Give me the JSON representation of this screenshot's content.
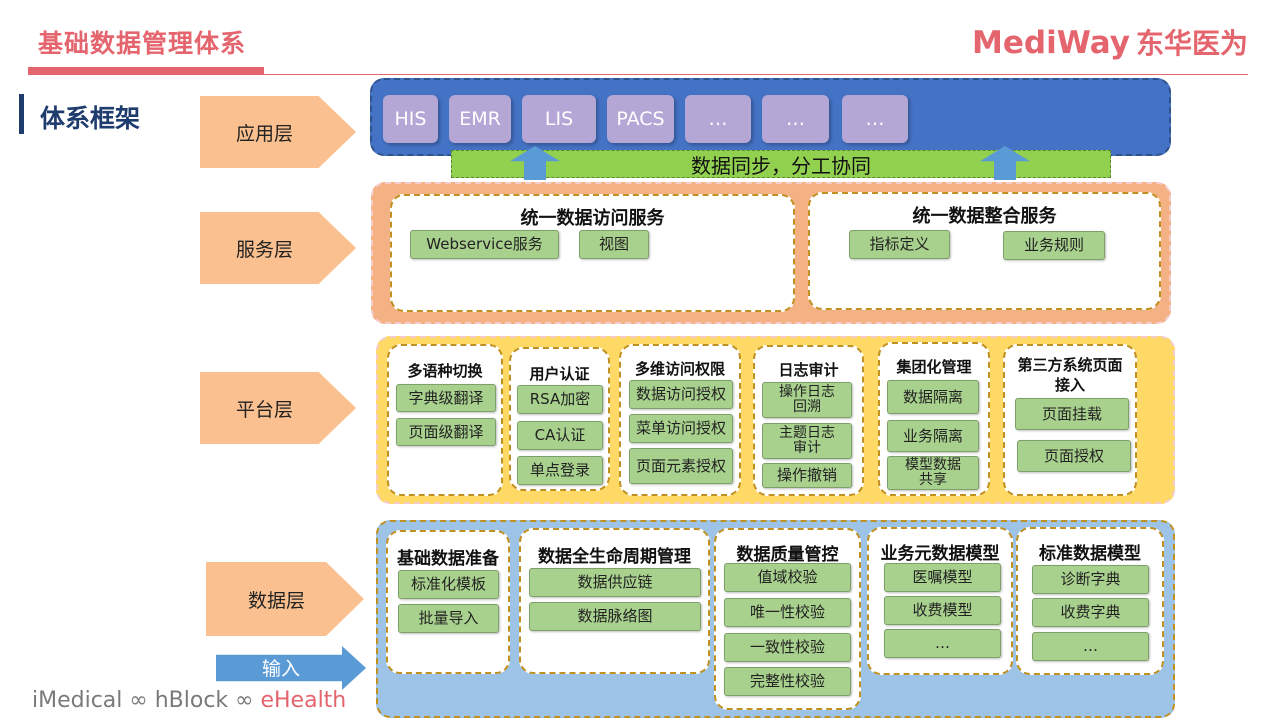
{
  "header": {
    "title": "基础数据管理体系",
    "logo_en": "MediWay",
    "logo_cn": "东华医为"
  },
  "section": {
    "title": "体系框架"
  },
  "layers": {
    "app": "应用层",
    "service": "服务层",
    "platform": "平台层",
    "data": "数据层"
  },
  "app": {
    "items": [
      "HIS",
      "EMR",
      "LIS",
      "PACS",
      "…",
      "…",
      "…"
    ],
    "sync": "数据同步，分工协同"
  },
  "service": {
    "cards": [
      {
        "title": "统一数据访问服务",
        "items": [
          "Webservice服务",
          "视图"
        ]
      },
      {
        "title": "统一数据整合服务",
        "items": [
          "指标定义",
          "业务规则"
        ]
      }
    ]
  },
  "platform": {
    "cards": [
      {
        "title": "多语种切换",
        "items": [
          "字典级翻译",
          "页面级翻译"
        ]
      },
      {
        "title": "用户认证",
        "items": [
          "RSA加密",
          "CA认证",
          "单点登录"
        ]
      },
      {
        "title": "多维访问权限",
        "items": [
          "数据访问授权",
          "菜单访问授权",
          "页面元素授权"
        ]
      },
      {
        "title": "日志审计",
        "items": [
          "操作日志\n回溯",
          "主题日志\n审计",
          "操作撤销"
        ]
      },
      {
        "title": "集团化管理",
        "items": [
          "数据隔离",
          "业务隔离",
          "模型数据\n共享"
        ]
      },
      {
        "title": "第三方系统页面接入",
        "items": [
          "页面挂载",
          "页面授权"
        ]
      }
    ]
  },
  "data": {
    "cards": [
      {
        "title": "基础数据准备",
        "items": [
          "标准化模板",
          "批量导入"
        ]
      },
      {
        "title": "数据全生命周期管理",
        "items": [
          "数据供应链",
          "数据脉络图"
        ]
      },
      {
        "title": "数据质量管控",
        "items": [
          "值域校验",
          "唯一性校验",
          "一致性校验",
          "完整性校验"
        ]
      },
      {
        "title": "业务元数据模型",
        "items": [
          "医嘱模型",
          "收费模型",
          "…"
        ]
      },
      {
        "title": "标准数据模型",
        "items": [
          "诊断字典",
          "收费字典",
          "…"
        ]
      }
    ],
    "input": "输入"
  },
  "footer": {
    "part1": "iMedical ∞ hBlock ∞ ",
    "part2": "eHealth"
  },
  "colors": {
    "accent": "#e4656d",
    "app_layer": "#4472c4",
    "service_layer": "#f4b183",
    "platform_layer": "#ffd966",
    "data_layer": "#9dc3e6",
    "item_green": "#a9d18e"
  }
}
